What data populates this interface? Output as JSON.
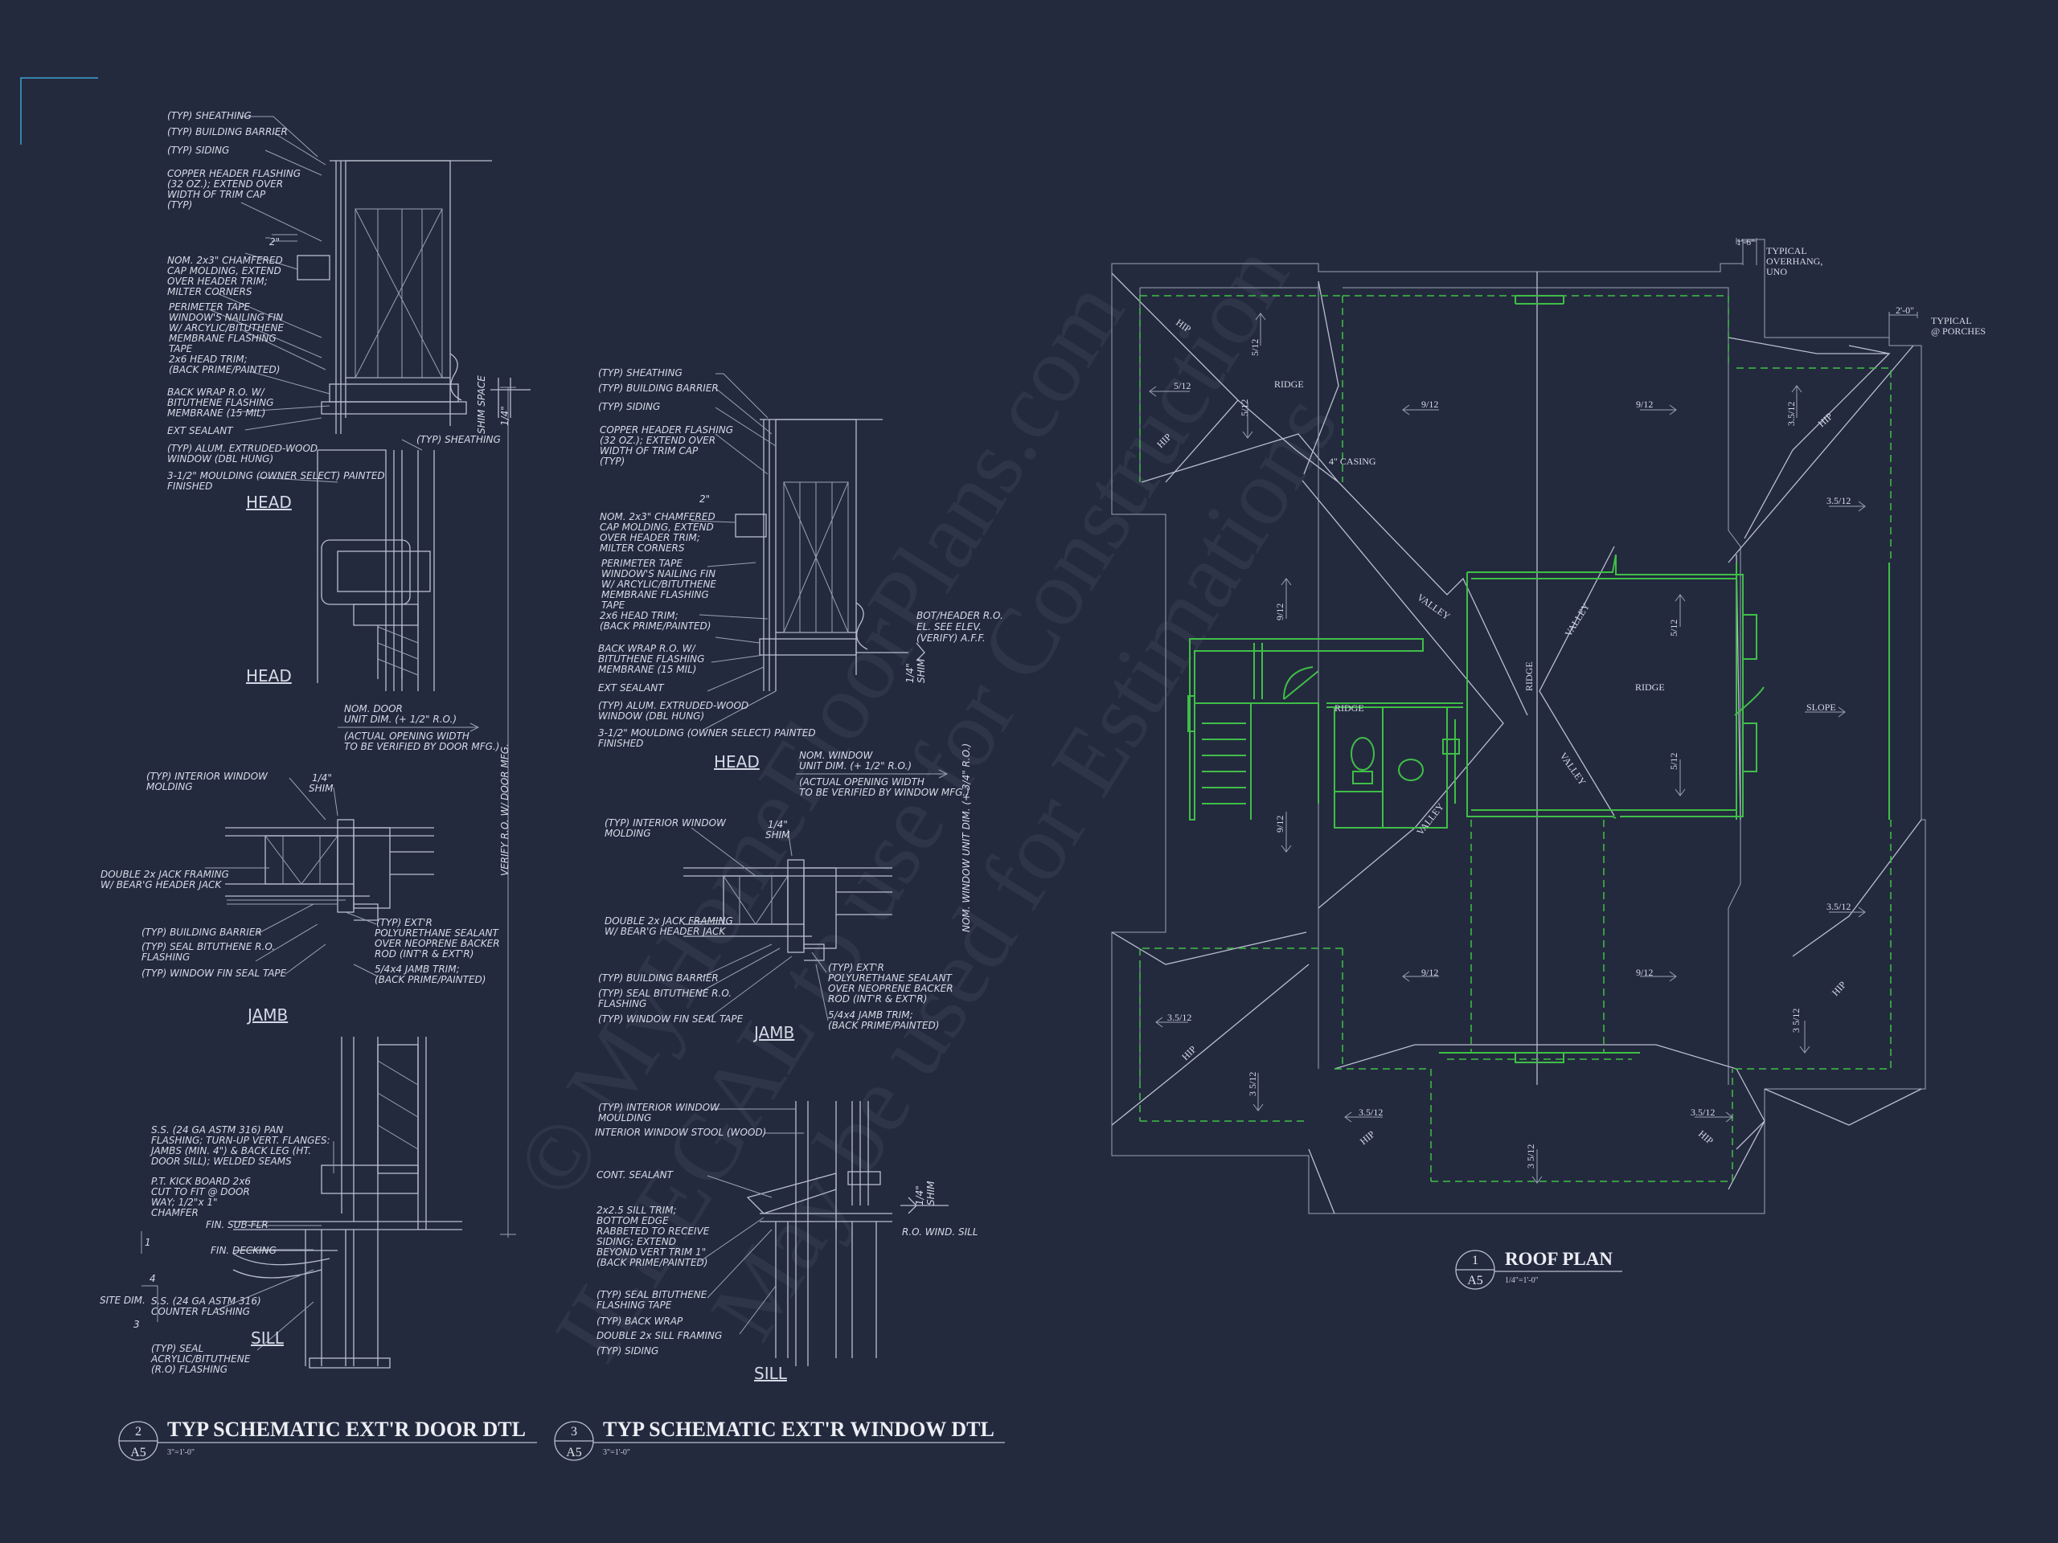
{
  "watermark": {
    "line1": "© MyHomeFloorPlans.com",
    "line2": "ILLEGAL to use for Construction",
    "line3": "May be used for Estimations"
  },
  "door_detail": {
    "head_notes": [
      "(TYP) SHEATHING",
      "(TYP) BUILDING BARRIER",
      "(TYP) SIDING",
      "COPPER HEADER FLASHING",
      "(32 OZ.); EXTEND OVER",
      "WIDTH OF TRIM CAP",
      "(TYP)",
      "NOM. 2x3\" CHAMFERED",
      "CAP MOLDING, EXTEND",
      "OVER HEADER TRIM;",
      "MILTER CORNERS",
      "PERIMETER TAPE",
      "WINDOW'S NAILING FIN",
      "W/ ARCYLIC/BITUTHENE",
      "MEMBRANE FLASHING",
      "TAPE",
      "2x6 HEAD TRIM;",
      "(BACK PRIME/PAINTED)",
      "BACK WRAP R.O. W/",
      "BITUTHENE FLASHING",
      "MEMBRANE (15 MIL)",
      "EXT SEALANT",
      "(TYP) ALUM. EXTRUDED-WOOD",
      "WINDOW (DBL HUNG)",
      "3-1/2\" MOULDING (OWNER SELECT) PAINTED",
      "FINISHED"
    ],
    "dim_2": "2\"",
    "shim_space": "SHIM SPACE",
    "dim_quarter": "1/4\"",
    "typ_sheathing_r": "(TYP) SHEATHING",
    "head1": "HEAD",
    "head2": "HEAD",
    "unit_notes": [
      "NOM. DOOR",
      "UNIT DIM. (+ 1/2\" R.O.)",
      "(ACTUAL OPENING WIDTH",
      "TO BE VERIFIED BY DOOR MFG.)"
    ],
    "jamb_notes": [
      "(TYP) INTERIOR WINDOW",
      "MOLDING",
      "1/4\"",
      "SHIM",
      "DOUBLE 2x JACK FRAMING",
      "W/ BEAR'G HEADER JACK",
      "(TYP) BUILDING BARRIER",
      "(TYP) SEAL BITUTHENE R.O.",
      "FLASHING",
      "(TYP) WINDOW FIN SEAL TAPE",
      "(TYP) EXT'R",
      "POLYURETHANE SEALANT",
      "OVER NEOPRENE BACKER",
      "ROD (INT'R & EXT'R)",
      "5/4x4 JAMB TRIM;",
      "(BACK PRIME/PAINTED)"
    ],
    "jamb": "JAMB",
    "vertical_note": "VERIFY R.O. W/ DOOR MFG.",
    "sill_notes": [
      "S.S. (24 GA ASTM 316) PAN",
      "FLASHING; TURN-UP VERT. FLANGES:",
      "JAMBS (MIN. 4\") & BACK LEG (HT.",
      "DOOR SILL); WELDED SEAMS",
      "P.T. KICK BOARD 2x6",
      "CUT TO FIT @ DOOR",
      "WAY; 1/2\"x 1\"",
      "CHAMFER",
      "FIN. SUB-FLR",
      "FIN. DECKING",
      "SITE DIM.",
      "S.S. (24 GA ASTM 316)",
      "COUNTER FLASHING",
      "(TYP) SEAL",
      "ACRYLIC/BITUTHENE",
      "(R.O) FLASHING"
    ],
    "dim_1": "1",
    "dim_4": "4",
    "dim_3": "3",
    "sill": "SILL",
    "bubble_num": "2",
    "bubble_sheet": "A5",
    "title": "TYP SCHEMATIC EXT'R DOOR DTL",
    "scale": "3\"=1'-0\""
  },
  "window_detail": {
    "head_notes": [
      "(TYP) SHEATHING",
      "(TYP) BUILDING BARRIER",
      "(TYP) SIDING",
      "COPPER HEADER FLASHING",
      "(32 OZ.); EXTEND OVER",
      "WIDTH OF TRIM CAP",
      "(TYP)",
      "NOM. 2x3\" CHAMFERED",
      "CAP MOLDING, EXTEND",
      "OVER HEADER TRIM;",
      "MILTER CORNERS",
      "PERIMETER TAPE",
      "WINDOW'S NAILING FIN",
      "W/ ARCYLIC/BITUTHENE",
      "MEMBRANE FLASHING",
      "TAPE",
      "2x6 HEAD TRIM;",
      "(BACK PRIME/PAINTED)",
      "BACK WRAP R.O. W/",
      "BITUTHENE FLASHING",
      "MEMBRANE (15 MIL)",
      "EXT SEALANT",
      "(TYP) ALUM. EXTRUDED-WOOD",
      "WINDOW (DBL HUNG)",
      "3-1/2\" MOULDING (OWNER SELECT) PAINTED",
      "FINISHED"
    ],
    "dim_2": "2\"",
    "bot_header": [
      "BOT/HEADER R.O.",
      "EL. SEE ELEV.",
      "(VERIFY) A.F.F."
    ],
    "shim": [
      "1/4\"",
      "SHIM"
    ],
    "head": "HEAD",
    "unit_notes": [
      "NOM. WINDOW",
      "UNIT DIM. (+ 1/2\" R.O.)",
      "(ACTUAL OPENING WIDTH",
      "TO BE VERIFIED BY WINDOW MFG.)"
    ],
    "vertical_note": "NOM. WINDOW UNIT DIM. (+ 3/4\" R.O.)",
    "jamb_notes": [
      "(TYP) INTERIOR WINDOW",
      "MOLDING",
      "1/4\"",
      "SHIM",
      "DOUBLE 2x JACK FRAMING",
      "W/ BEAR'G HEADER JACK",
      "(TYP) BUILDING BARRIER",
      "(TYP) SEAL BITUTHENE R.O.",
      "FLASHING",
      "(TYP) WINDOW FIN SEAL TAPE",
      "(TYP) EXT'R",
      "POLYURETHANE SEALANT",
      "OVER NEOPRENE BACKER",
      "ROD (INT'R & EXT'R)",
      "5/4x4 JAMB TRIM;",
      "(BACK PRIME/PAINTED)"
    ],
    "jamb": "JAMB",
    "sill_notes": [
      "(TYP) INTERIOR WINDOW",
      "MOULDING",
      "INTERIOR WINDOW STOOL (WOOD)",
      "CONT. SEALANT",
      "2x2.5 SILL TRIM;",
      "BOTTOM EDGE",
      "RABBETED TO RECEIVE",
      "SIDING; EXTEND",
      "BEYOND VERT TRIM 1\"",
      "(BACK PRIME/PAINTED)",
      "(TYP) SEAL BITUTHENE",
      "FLASHING TAPE",
      "(TYP) BACK WRAP",
      "DOUBLE 2x SILL FRAMING",
      "(TYP) SIDING"
    ],
    "sill_shim": [
      "1/4\"",
      "SHIM"
    ],
    "ro_wind_sill": "R.O. WIND. SILL",
    "sill": "SILL",
    "bubble_num": "3",
    "bubble_sheet": "A5",
    "title": "TYP SCHEMATIC EXT'R WINDOW DTL",
    "scale": "3\"=1'-0\""
  },
  "roof_plan": {
    "overhang": [
      "1'-6\"",
      "TYPICAL",
      "OVERHANG,",
      "UNO"
    ],
    "porches": [
      "2'-0\"",
      "TYPICAL",
      "@ PORCHES"
    ],
    "labels": {
      "hip": "HIP",
      "ridge": "RIDGE",
      "valley": "VALLEY",
      "slope": "SLOPE",
      "casing": "4\" CASING",
      "p512": "5/12",
      "p912": "9/12",
      "p3512": "3.5/12",
      "p3512b": "3 5/12"
    },
    "bubble_num": "1",
    "bubble_sheet": "A5",
    "title": "ROOF PLAN",
    "scale": "1/4\"=1'-0\""
  }
}
